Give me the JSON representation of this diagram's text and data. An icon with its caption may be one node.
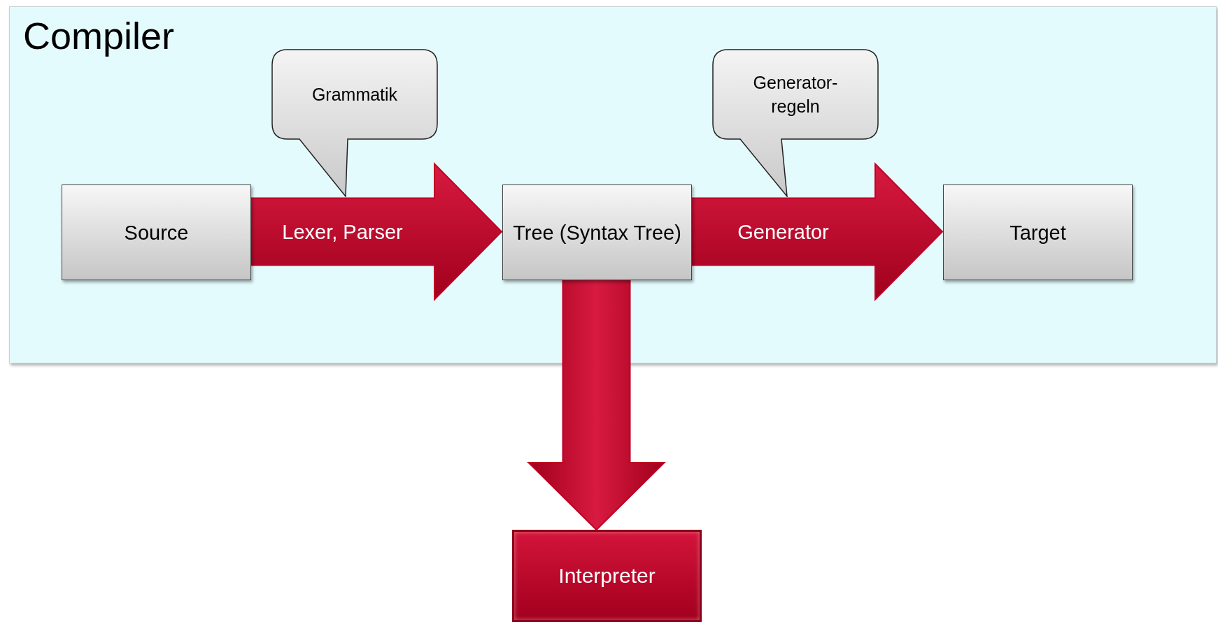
{
  "diagram": {
    "nodes": [
      {
        "text": [
          "Compiler"
        ]
      },
      {
        "text": [
          "Grammatik"
        ],
        "in": 0
      },
      {
        "text": [
          "Generator-regeln"
        ],
        "in": 0
      },
      {
        "text": [
          "Source"
        ],
        "in": 0
      },
      {
        "text": [
          "Tree (Syntax Tree)"
        ],
        "in": 0
      },
      {
        "text": [
          "Target"
        ],
        "in": 0
      },
      {
        "text": [
          "Interpreter"
        ]
      }
    ],
    "edges": [
      {
        "from": 3,
        "to": 4,
        "arrow": "to",
        "label": "Lexer, Parser",
        "style": "thick",
        "color": "#c00026"
      },
      {
        "from": 4,
        "to": 5,
        "arrow": "to",
        "label": "Generator",
        "style": "thick",
        "color": "#c00026"
      },
      {
        "from": 4,
        "to": 6,
        "arrow": "to",
        "style": "thick",
        "color": "#c00026"
      }
    ]
  }
}
